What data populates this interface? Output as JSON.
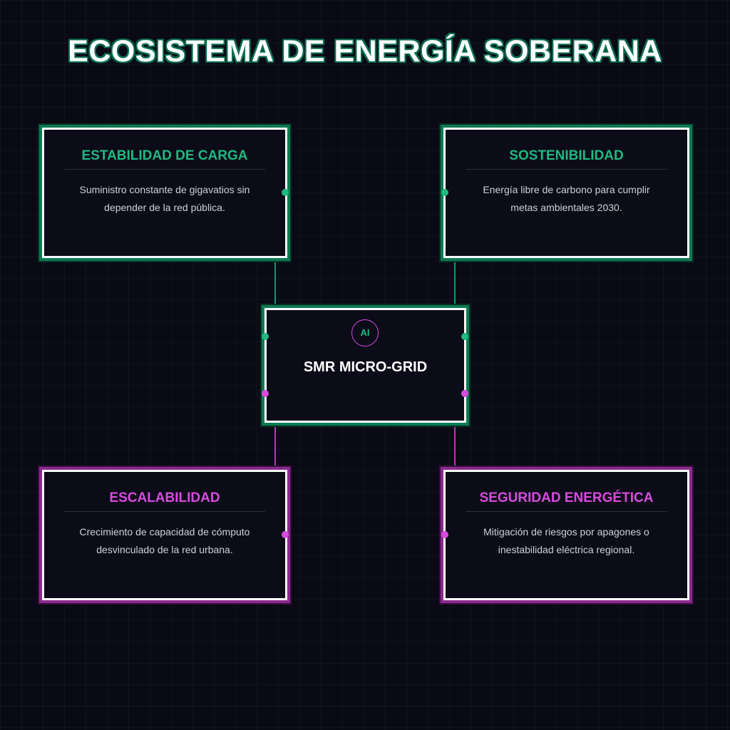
{
  "title": "ECOSISTEMA DE ENERGÍA SOBERANA",
  "center": {
    "badge": "AI",
    "label": "SMR MICRO-GRID"
  },
  "cards": [
    {
      "title": "ESTABILIDAD DE CARGA",
      "description": "Suministro constante de gigavatios sin depender de la red pública."
    },
    {
      "title": "SOSTENIBILIDAD",
      "description": "Energía libre de carbono para cumplir metas ambientales 2030."
    },
    {
      "title": "ESCALABILIDAD",
      "description": "Crecimiento de capacidad de cómputo desvinculado de la red urbana."
    },
    {
      "title": "SEGURIDAD ENERGÉTICA",
      "description": "Mitigación de riesgos por apagones o inestabilidad eléctrica regional."
    }
  ],
  "colors": {
    "green": "#1fb981",
    "purple": "#d94ae0",
    "background": "#0a0a16"
  }
}
